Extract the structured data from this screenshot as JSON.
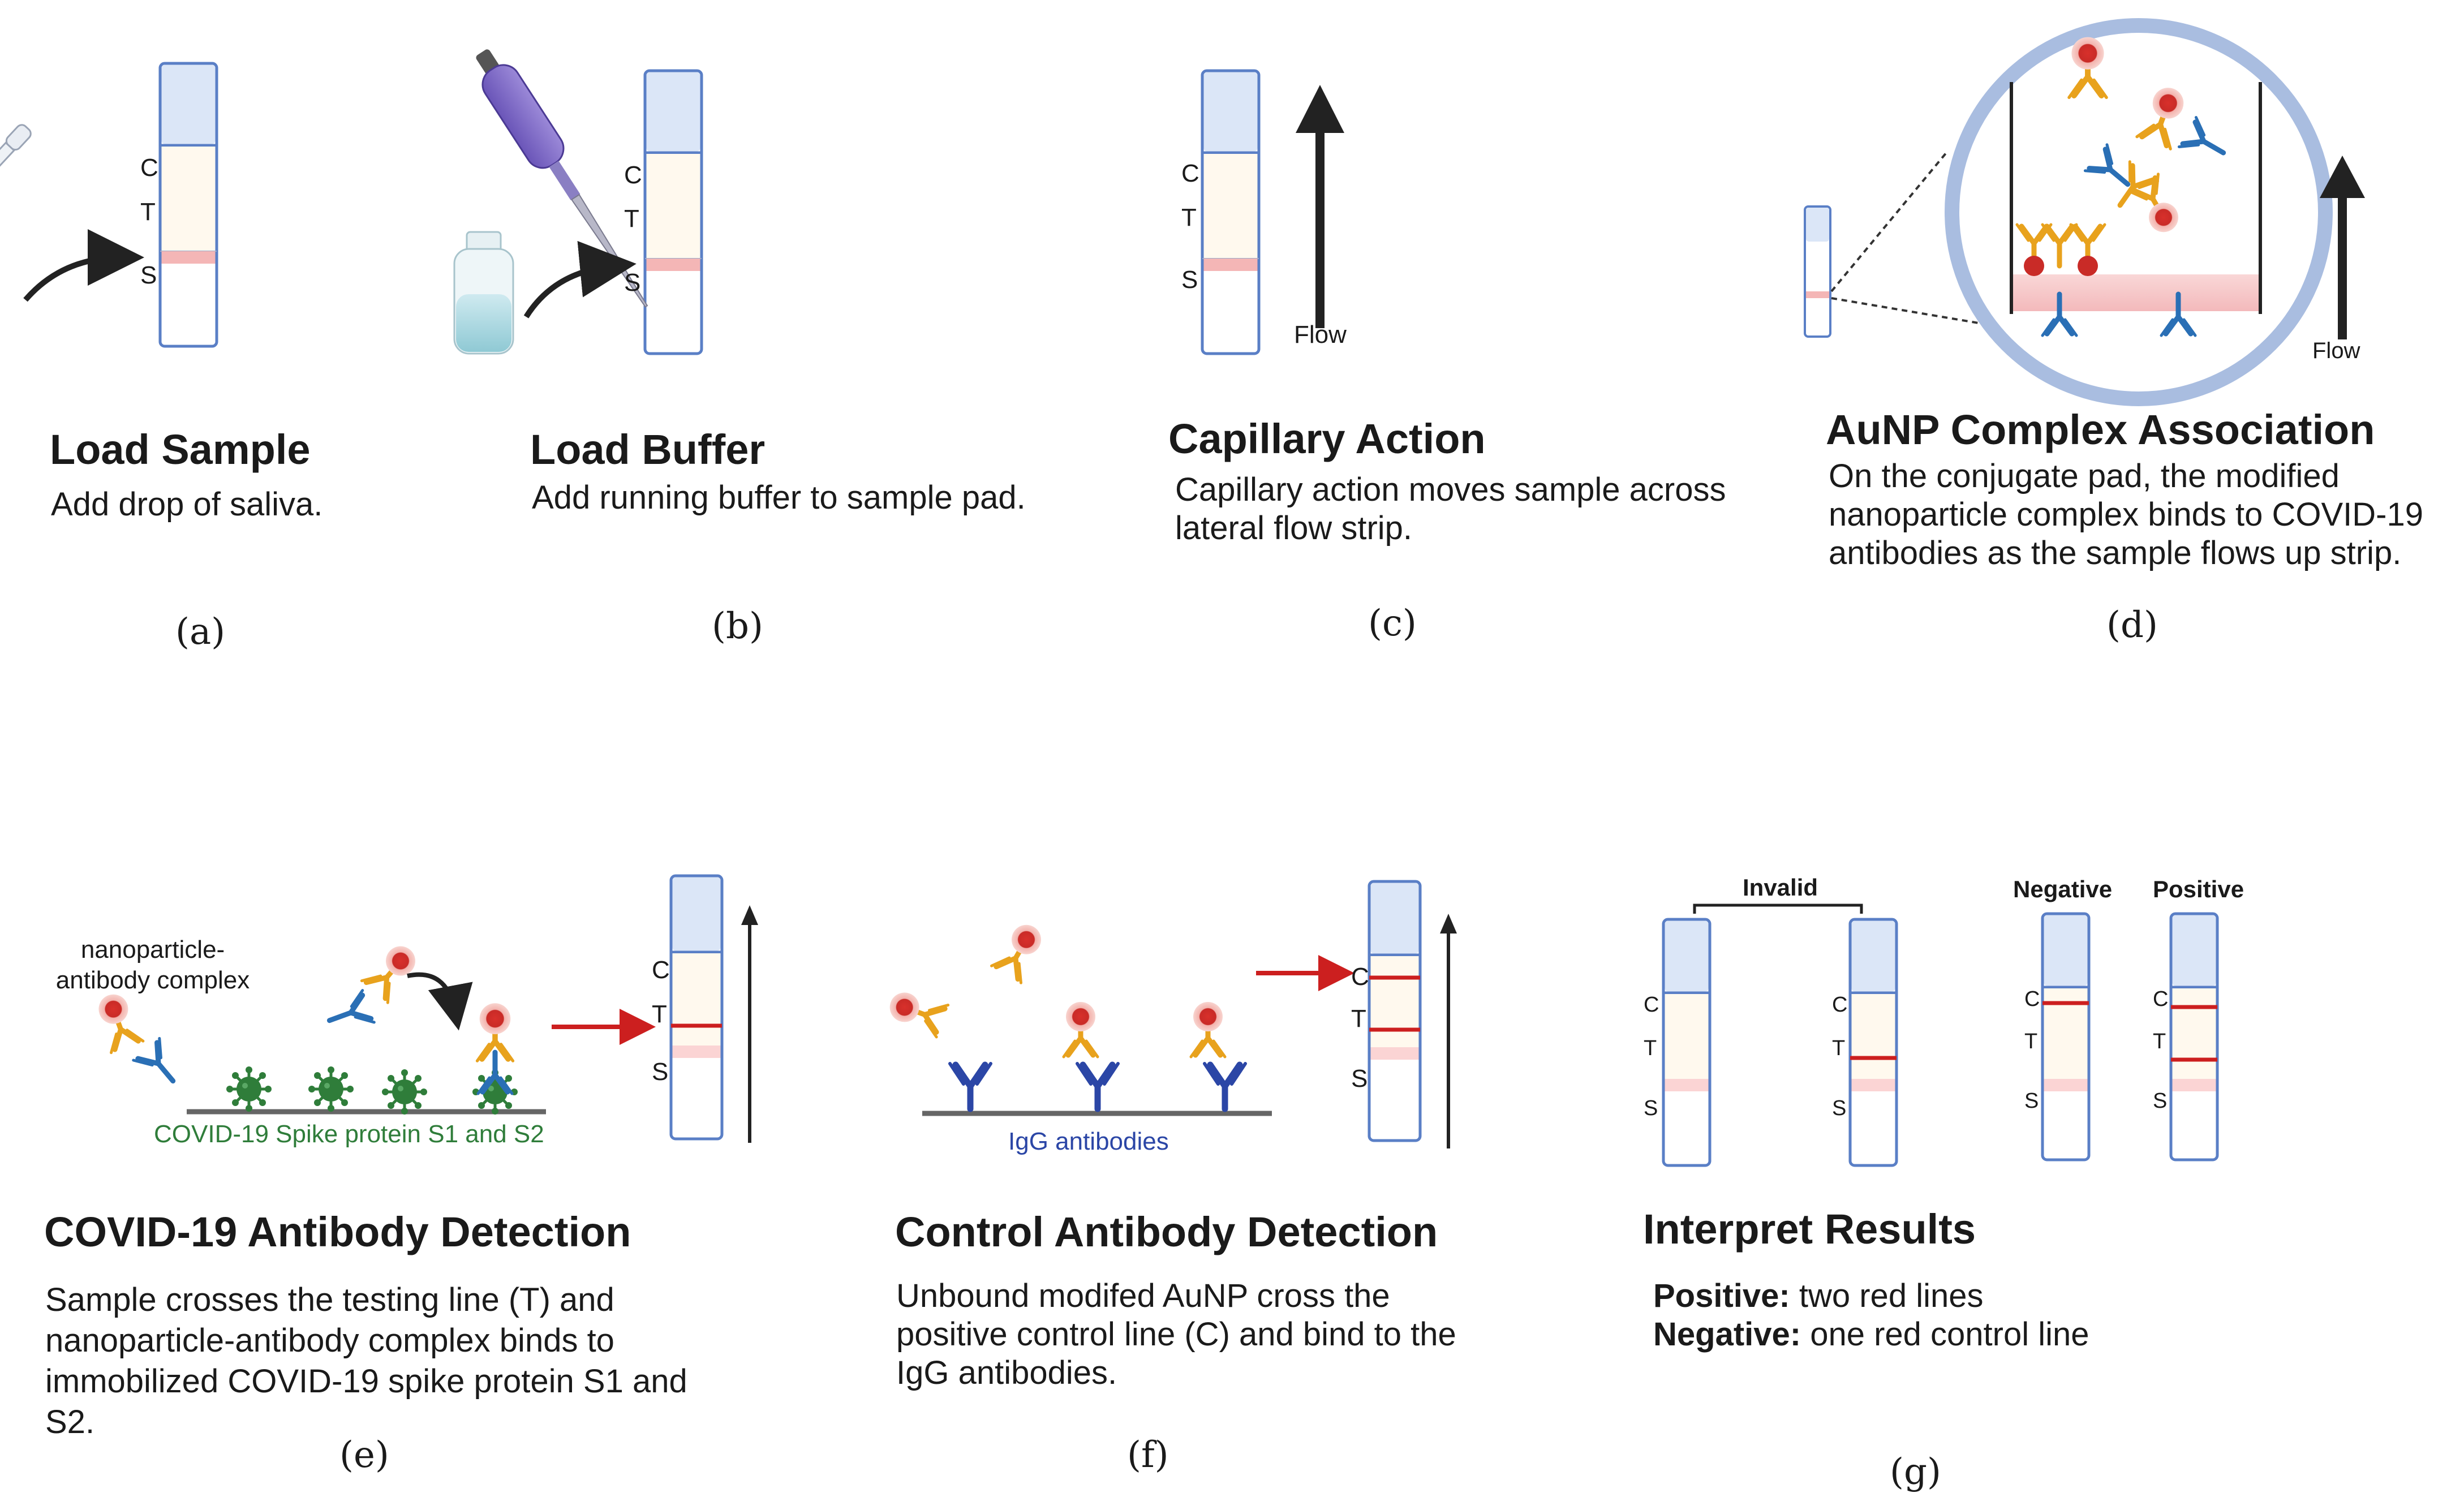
{
  "panels": {
    "a": {
      "title": "Load Sample",
      "desc": "Add drop of saliva.",
      "label": "(a)"
    },
    "b": {
      "title": "Load Buffer",
      "desc": "Add  running buffer to sample pad.",
      "label": "(b)"
    },
    "c": {
      "title": "Capillary Action",
      "desc": "Capillary action moves sample across lateral flow strip.",
      "flow": "Flow",
      "label": "(c)"
    },
    "d": {
      "title": "AuNP Complex Association",
      "desc": "On the conjugate pad, the modified nanoparticle complex binds to  COVID-19 antibodies as the sample flows up strip.",
      "flow": "Flow",
      "label": "(d)"
    },
    "e": {
      "title": "COVID-19 Antibody Detection",
      "desc": "Sample crosses the testing line (T) and nanoparticle-antibody complex binds to immobilized COVID-19 spike protein S1 and S2.",
      "complex_label": "nanoparticle-antibody complex",
      "surface_label": "COVID-19 Spike protein S1 and S2",
      "label": "(e)"
    },
    "f": {
      "title": "Control Antibody Detection",
      "desc": "Unbound modifed AuNP cross the positive control line (C) and bind to the IgG antibodies.",
      "surface_label": "IgG antibodies",
      "label": "(f)"
    },
    "g": {
      "title": "Interpret Results",
      "positive_key": "Positive:",
      "positive_text": "two red lines",
      "negative_key": "Negative:",
      "negative_text": "one red control line",
      "invalid": "Invalid",
      "negative": "Negative",
      "positive": "Positive",
      "label": "(g)"
    }
  },
  "strip_letters": {
    "c": "C",
    "t": "T",
    "s": "S"
  },
  "colors": {
    "accent_red": "#cc1f1f",
    "strip_outline": "#5a7fc6",
    "strip_top": "#dbe6f7",
    "membrane": "#fff9ee",
    "sample_pad": "#f4b6b6",
    "antibody_orange": "#e8a21d",
    "antibody_blue": "#2a6fb5",
    "control_blue": "#2b46a6",
    "spike_green": "#2f7d3a"
  }
}
